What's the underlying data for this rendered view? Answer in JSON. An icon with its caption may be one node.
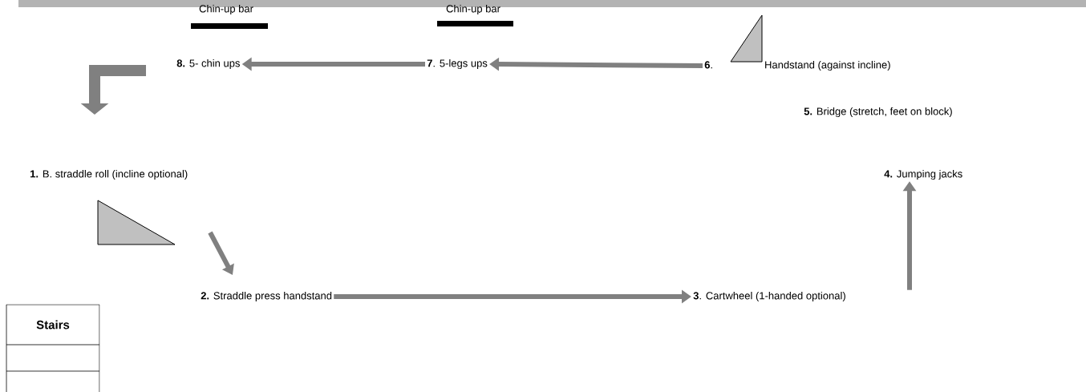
{
  "diagram": {
    "nodes": [
      {
        "text": [
          "**1.** B. straddle roll (incline optional)"
        ]
      },
      {
        "text": [
          "**2.** Straddle press handstand"
        ]
      },
      {
        "text": [
          "**3**. Cartwheel (1-handed optional)"
        ]
      },
      {
        "text": [
          "**4.** Jumping jacks"
        ]
      },
      {
        "text": [
          "**5.**  Bridge (stretch, feet on block)"
        ]
      },
      {
        "text": [
          "**6**.",
          "Handstand (against incline)"
        ]
      },
      {
        "text": [
          "**7**. 5-legs ups"
        ]
      },
      {
        "text": [
          "**8.** 5- chin ups"
        ]
      }
    ],
    "edges": [
      {
        "from": 0,
        "to": 1,
        "arrow": "to"
      },
      {
        "from": 1,
        "to": 2,
        "arrow": "to"
      },
      {
        "from": 2,
        "to": 3,
        "arrow": "to"
      },
      {
        "from": 5,
        "to": 6,
        "arrow": "to"
      },
      {
        "from": 6,
        "to": 7,
        "arrow": "to"
      },
      {
        "from": 7,
        "to": 0,
        "arrow": "to",
        "style": "thick"
      }
    ],
    "labels": [
      "Chin-up bar",
      "Chin-up bar",
      "Stairs"
    ]
  }
}
